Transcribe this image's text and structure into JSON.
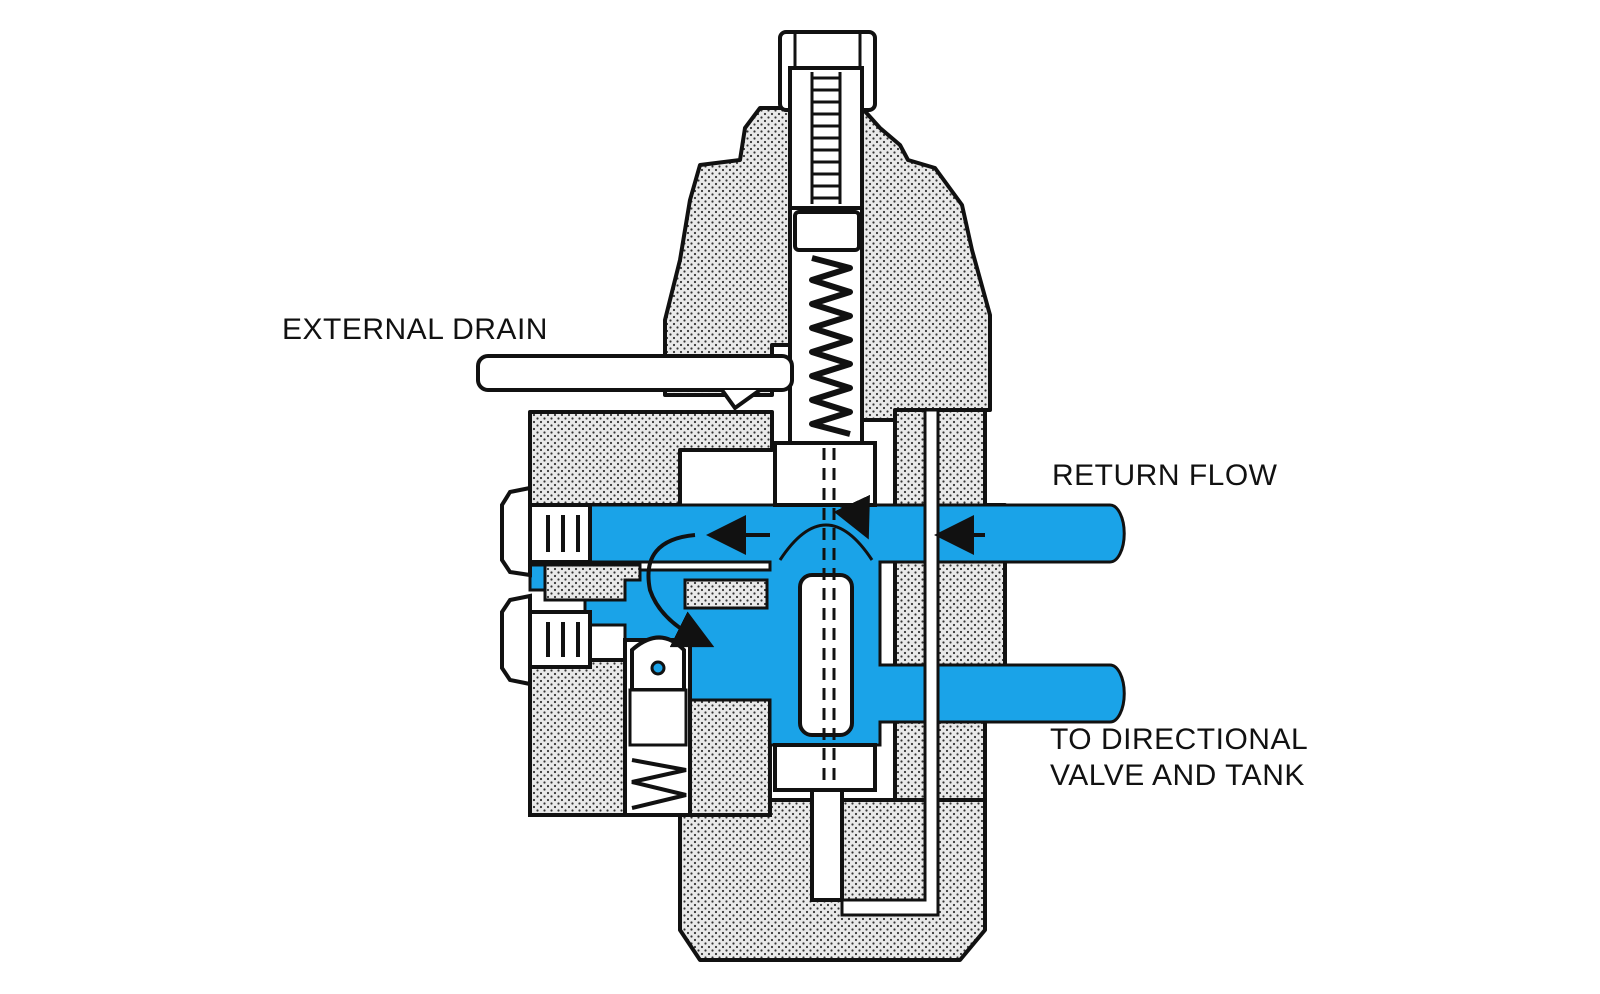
{
  "labels": {
    "external_drain": "EXTERNAL DRAIN",
    "return_flow": "RETURN FLOW",
    "to_directional_line1": "TO DIRECTIONAL",
    "to_directional_line2": "VALVE AND TANK"
  },
  "colors": {
    "fluid": "#1aa3e8",
    "outline": "#111111",
    "body_fill": "#e6e6e6",
    "background": "#ffffff"
  }
}
